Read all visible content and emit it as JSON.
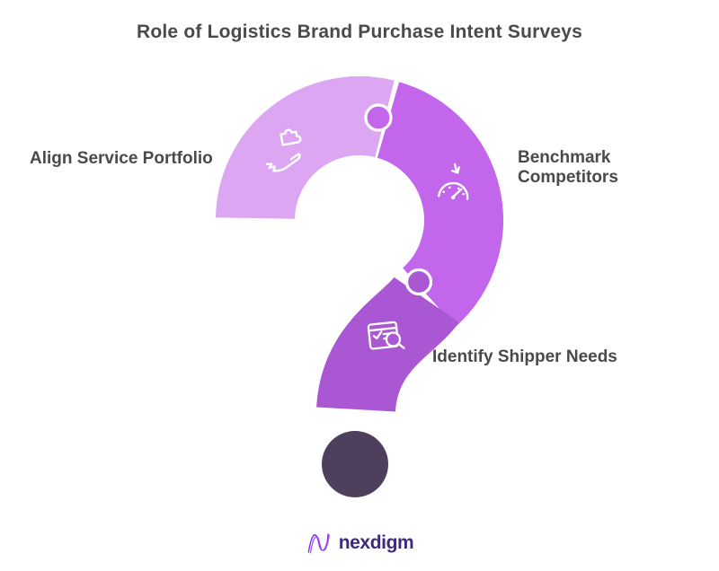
{
  "title": "Role of Logistics Brand Purchase Intent Surveys",
  "segments": [
    {
      "label": "Align Service Portfolio",
      "color": "#dda6f2",
      "icon": "hand-puzzle-icon"
    },
    {
      "label": "Benchmark Competitors",
      "color": "#c266ec",
      "icon": "gauge-icon"
    },
    {
      "label": "Identify Shipper Needs",
      "color": "#aa57d4",
      "icon": "browser-search-icon"
    }
  ],
  "dot_color": "#4e3f5c",
  "logo": {
    "wordmark": "nexdigm",
    "wordmark_color": "#3e2a7c",
    "mark_icon": "n-wave-icon",
    "mark_color_outer": "#7b2ff0",
    "mark_color_inner": "#a84df2"
  },
  "colors": {
    "background": "#ffffff",
    "title_text": "#4a4a4a",
    "label_text": "#4a4a4a",
    "icon_stroke": "#ffffff",
    "seam": "#ffffff"
  }
}
